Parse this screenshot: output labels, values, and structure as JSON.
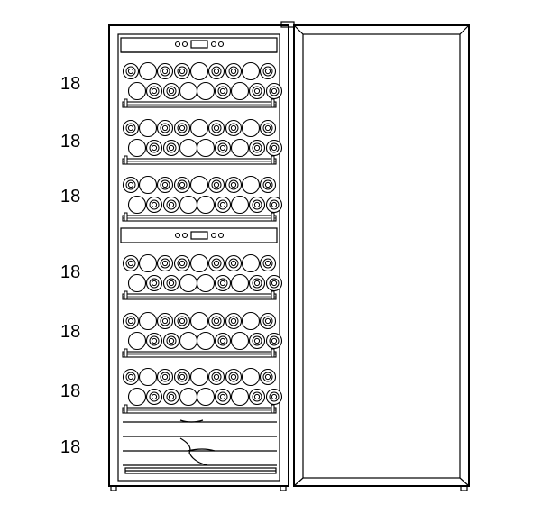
{
  "rack_capacities": [
    "18",
    "18",
    "18",
    "18",
    "18",
    "18",
    "18"
  ]
}
